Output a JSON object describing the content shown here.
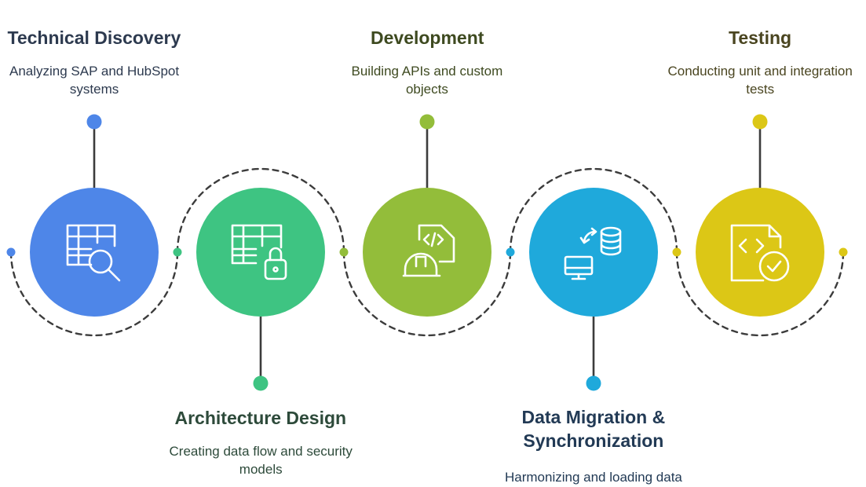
{
  "colors": {
    "text_dark": "#3a3a3a",
    "text_green": "#2f4f3a",
    "text_olive": "#3e4a20",
    "text_navy": "#223a55",
    "text_mustard": "#4a4520",
    "connector": "#3c3c3c",
    "dash": "#3c3c3c",
    "icon_stroke": "#ffffff"
  },
  "stages": [
    {
      "id": "technical-discovery",
      "title_lines": [
        "Technical Discovery"
      ],
      "desc_lines": [
        "Analyzing SAP and HubSpot",
        "systems"
      ],
      "color": "#4e86e8",
      "title_color": "#2d3a4f",
      "desc_color": "#2d3a4f",
      "position": "top",
      "icon": "table-search-icon"
    },
    {
      "id": "architecture-design",
      "title_lines": [
        "Architecture Design"
      ],
      "desc_lines": [
        "Creating data flow and security",
        "models"
      ],
      "color": "#3ec482",
      "title_color": "#2d4a3a",
      "desc_color": "#2d4a3a",
      "position": "bottom",
      "icon": "table-lock-icon"
    },
    {
      "id": "development",
      "title_lines": [
        "Development"
      ],
      "desc_lines": [
        "Building APIs and custom",
        "objects"
      ],
      "color": "#93bd3a",
      "title_color": "#3e4a20",
      "desc_color": "#3e4a20",
      "position": "top",
      "icon": "code-hardhat-icon"
    },
    {
      "id": "data-migration",
      "title_lines": [
        "Data Migration &",
        "Synchronization"
      ],
      "desc_lines": [
        "Harmonizing and loading data"
      ],
      "color": "#1fa9db",
      "title_color": "#223a55",
      "desc_color": "#223a55",
      "position": "bottom",
      "icon": "database-sync-icon"
    },
    {
      "id": "testing",
      "title_lines": [
        "Testing"
      ],
      "desc_lines": [
        "Conducting unit and integration",
        "tests"
      ],
      "color": "#dcc716",
      "title_color": "#4a4520",
      "desc_color": "#4a4520",
      "position": "top",
      "icon": "code-file-check-icon"
    }
  ]
}
